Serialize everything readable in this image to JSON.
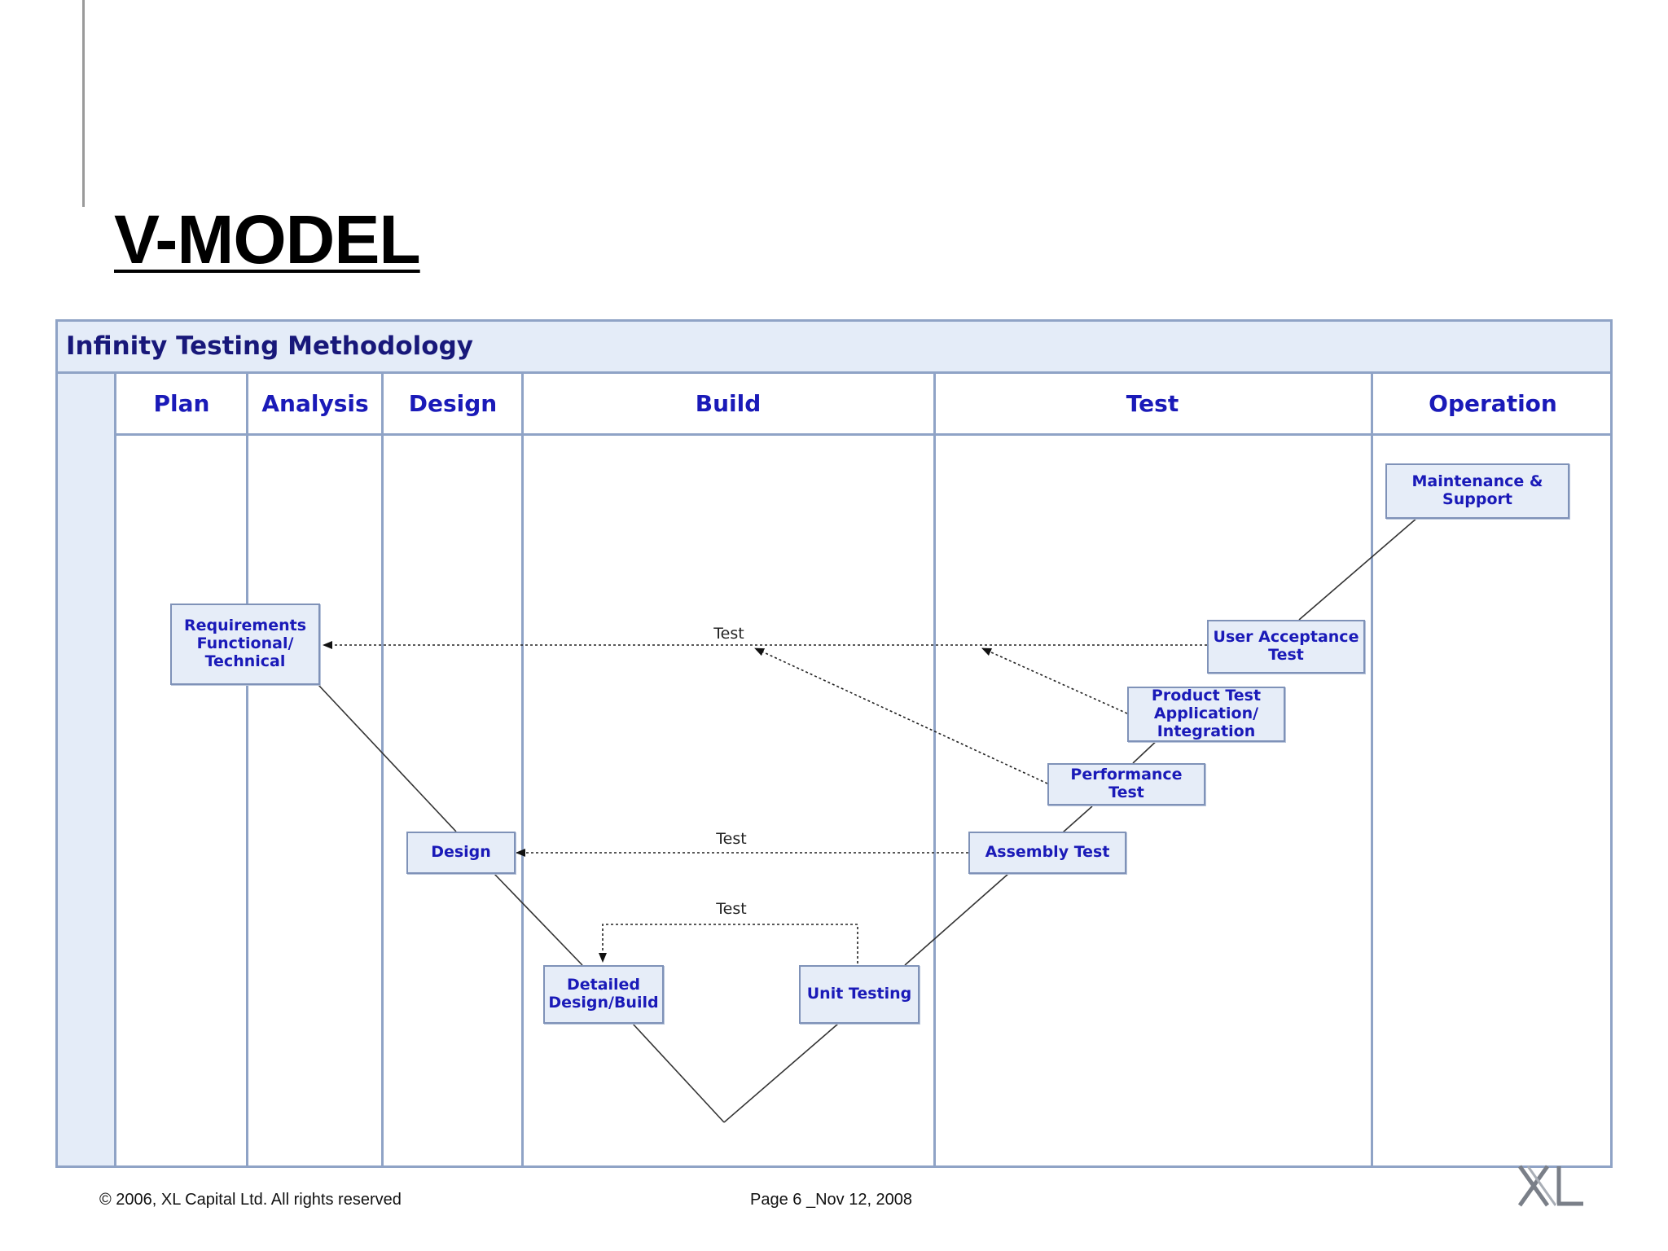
{
  "slide": {
    "title": "V-MODEL"
  },
  "diagram": {
    "title": "Infinity Testing Methodology",
    "phases": [
      "Plan",
      "Analysis",
      "Design",
      "Build",
      "Test",
      "Operation"
    ],
    "steps": {
      "requirements": "Requirements\nFunctional/\nTechnical",
      "design": "Design",
      "detailed_design_build": "Detailed\nDesign/Build",
      "unit_testing": "Unit Testing",
      "assembly_test": "Assembly Test",
      "performance_test": "Performance Test",
      "product_test": "Product Test\nApplication/\nIntegration",
      "user_acceptance_test": "User Acceptance\nTest",
      "maintenance_support": "Maintenance &\nSupport"
    },
    "test_labels": {
      "top": "Test",
      "middle": "Test",
      "bottom": "Test"
    }
  },
  "footer": {
    "copyright": "© 2006, XL Capital Ltd. All rights reserved",
    "page": "Page 6 _Nov 12, 2008",
    "logo_text": "XL"
  },
  "colors": {
    "frame_border": "#8fa3c6",
    "header_fill": "#e4ecf8",
    "heading_text": "#1a1ab8",
    "box_fill": "#e6edf8"
  }
}
